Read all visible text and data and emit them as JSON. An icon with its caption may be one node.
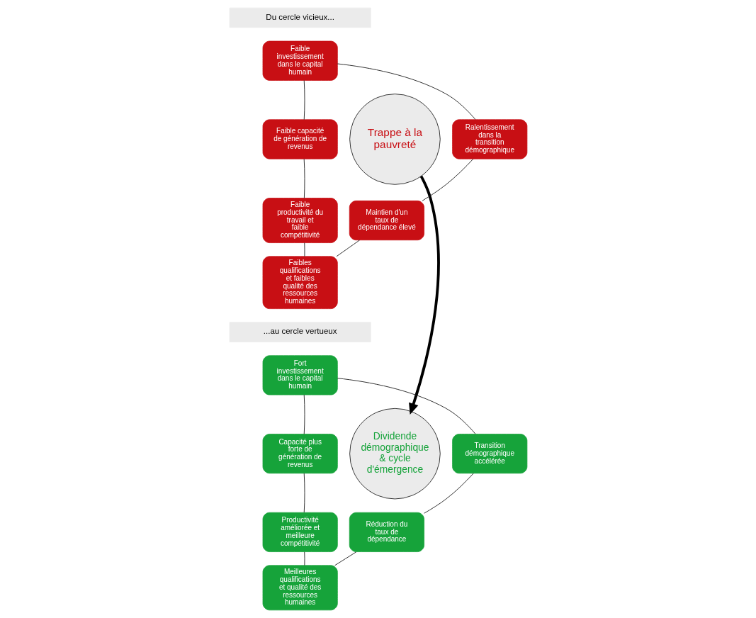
{
  "diagram": {
    "nodes": [
      {
        "text": [
          "Du cercle vicieux..."
        ]
      },
      {
        "text": [
          "Trappe à la pauvreté"
        ]
      },
      {
        "text": [
          "Faible investissement dans le capital humain"
        ]
      },
      {
        "text": [
          "Faible capacité de génération de revenus"
        ]
      },
      {
        "text": [
          "Ralentissement dans la transition démographique"
        ]
      },
      {
        "text": [
          "Faible productivité du travail et faible compétitivité"
        ]
      },
      {
        "text": [
          "Maintien d'un taux de dépendance élevé"
        ]
      },
      {
        "text": [
          "Faibles qualifications et faibles qualité des ressources humaines"
        ]
      },
      {
        "text": [
          "...au cercle vertueux"
        ]
      },
      {
        "text": [
          "Dividende démographique & cycle d'émergence"
        ]
      },
      {
        "text": [
          "Fort investissement dans le capital humain"
        ]
      },
      {
        "text": [
          "Capacité plus forte de génération de revenus"
        ]
      },
      {
        "text": [
          "Transition démographique accélérée"
        ]
      },
      {
        "text": [
          "Productivité améliorée et meilleure compétitivité"
        ]
      },
      {
        "text": [
          "Réduction du taux de dépendance"
        ]
      },
      {
        "text": [
          "Meilleures qualifications et qualité des ressources humaines"
        ]
      }
    ],
    "edges": [
      {
        "from": 2,
        "to": 4,
        "arrow": "none"
      },
      {
        "from": 4,
        "to": 6,
        "arrow": "none"
      },
      {
        "from": 6,
        "to": 7,
        "arrow": "none"
      },
      {
        "from": 7,
        "to": 5,
        "arrow": "none"
      },
      {
        "from": 5,
        "to": 3,
        "arrow": "none"
      },
      {
        "from": 3,
        "to": 2,
        "arrow": "none"
      },
      {
        "from": 1,
        "to": 9,
        "arrow": "to",
        "style": "thick"
      },
      {
        "from": 10,
        "to": 12,
        "arrow": "none"
      },
      {
        "from": 12,
        "to": 14,
        "arrow": "none"
      },
      {
        "from": 14,
        "to": 15,
        "arrow": "none"
      },
      {
        "from": 15,
        "to": 13,
        "arrow": "none"
      },
      {
        "from": 13,
        "to": 11,
        "arrow": "none"
      },
      {
        "from": 11,
        "to": 10,
        "arrow": "none"
      }
    ]
  }
}
